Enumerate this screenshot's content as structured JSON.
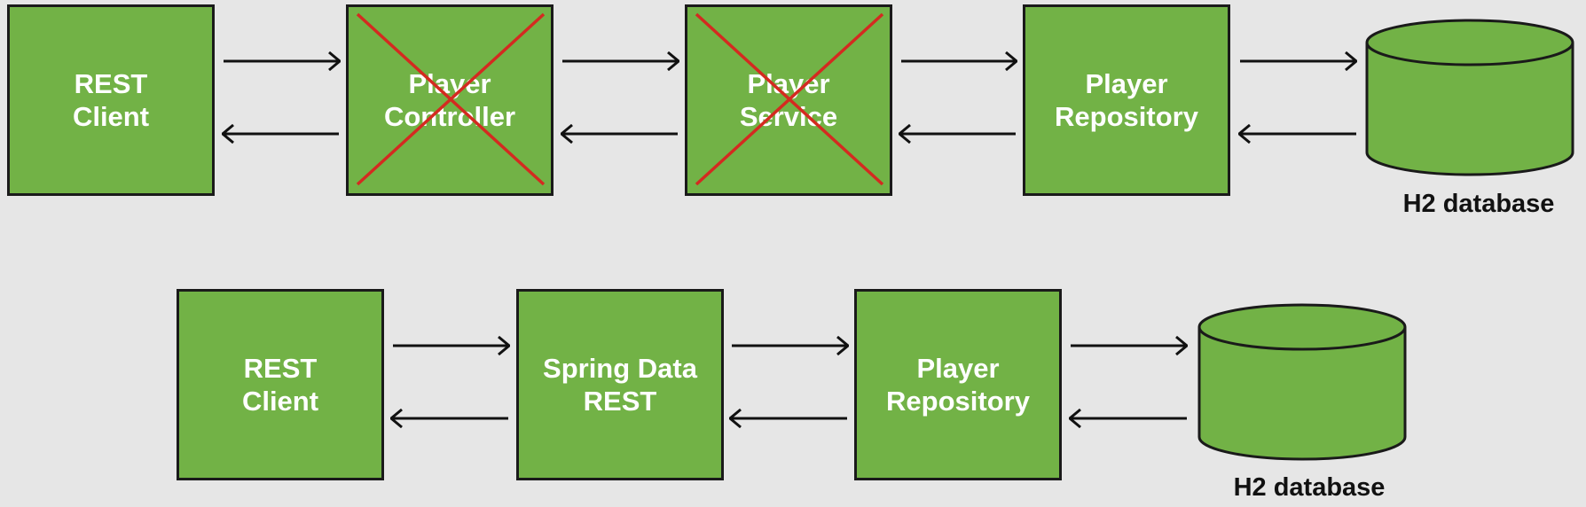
{
  "rows": [
    {
      "components": [
        {
          "label": "REST\nClient",
          "removed": false
        },
        {
          "label": "Player\nController",
          "removed": true
        },
        {
          "label": "Player\nService",
          "removed": true
        },
        {
          "label": "Player\nRepository",
          "removed": false
        }
      ],
      "database": {
        "label": "H2 database"
      }
    },
    {
      "components": [
        {
          "label": "REST\nClient",
          "removed": false
        },
        {
          "label": "Spring Data\nREST",
          "removed": false
        },
        {
          "label": "Player\nRepository",
          "removed": false
        }
      ],
      "database": {
        "label": "H2 database"
      }
    }
  ],
  "colors": {
    "background": "#e6e6e6",
    "box_fill": "#72b246",
    "box_border": "#1a1a1a",
    "box_text": "#ffffff",
    "cross": "#d42a20",
    "arrow": "#111111"
  }
}
